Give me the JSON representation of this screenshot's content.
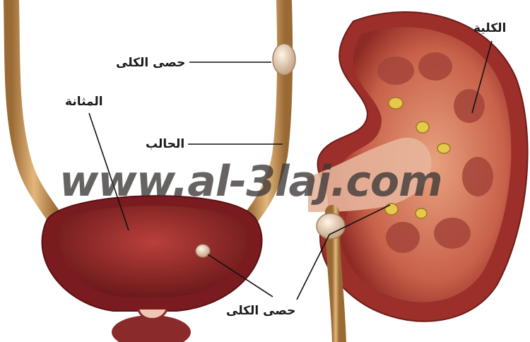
{
  "labels": {
    "kidney": "الكلية",
    "kidney_stones_top": "حصى الكلى",
    "bladder": "المثانة",
    "ureter": "الحالب",
    "kidney_stones_bottom": "حصى الكلى"
  },
  "watermark": "www.al-3laj.com"
}
